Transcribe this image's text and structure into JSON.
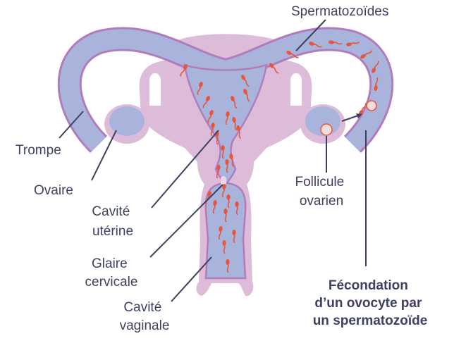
{
  "labels": {
    "spermatozoides": "Spermatozoïdes",
    "trompe": "Trompe",
    "ovaire": "Ovaire",
    "cavite_uterine": [
      "Cavité",
      "utérine"
    ],
    "glaire_cervicale": [
      "Glaire",
      "cervicale"
    ],
    "cavite_vaginale": [
      "Cavité",
      "vaginale"
    ],
    "follicule_ovarien": [
      "Follicule",
      "ovarien"
    ],
    "fecondation": [
      "Fécondation",
      "d’un ovocyte par",
      "un spermatozoïde"
    ]
  },
  "colors": {
    "tissue": "#dcbcd8",
    "cavity": "#a9b4dc",
    "outline": "#b27cbc",
    "sperm": "#e8553a",
    "text": "#3c4160"
  }
}
